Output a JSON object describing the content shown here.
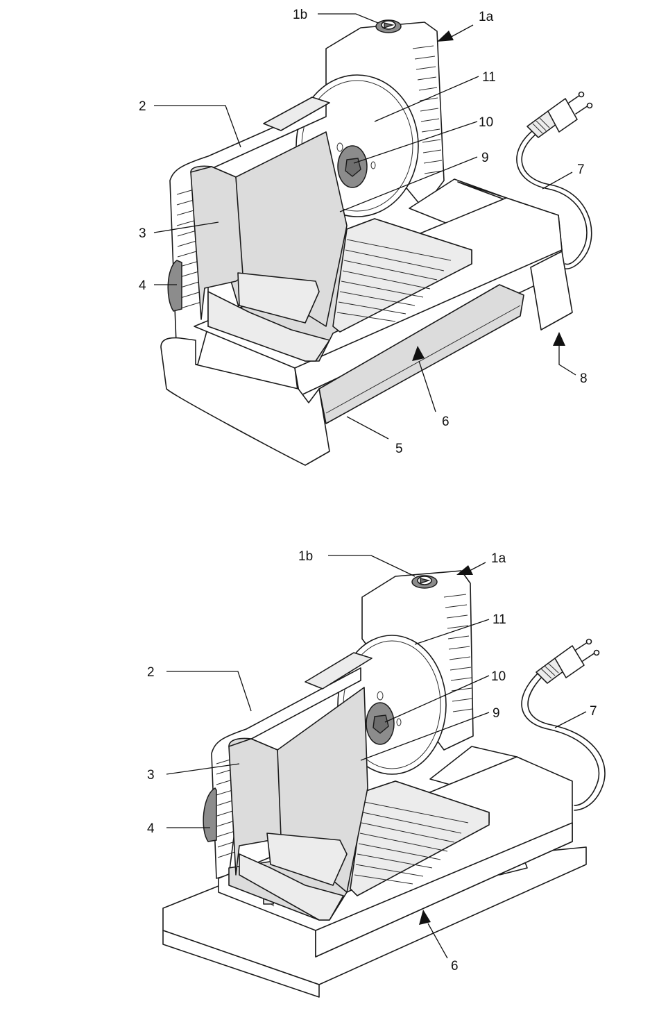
{
  "figures": [
    {
      "labels": {
        "l1b": "1b",
        "l1a": "1a",
        "l2": "2",
        "l3": "3",
        "l4": "4",
        "l5": "5",
        "l6": "6",
        "l7": "7",
        "l8": "8",
        "l9": "9",
        "l10": "10",
        "l11": "11"
      }
    },
    {
      "labels": {
        "l1b": "1b",
        "l1a": "1a",
        "l2": "2",
        "l3": "3",
        "l4": "4",
        "l6": "6",
        "l7": "7",
        "l9": "9",
        "l10": "10",
        "l11": "11"
      }
    }
  ],
  "colors": {
    "line": "#1a1a1a",
    "shade": "#dcdcdc",
    "light": "#ececec",
    "knob": "#8c8c8c"
  }
}
